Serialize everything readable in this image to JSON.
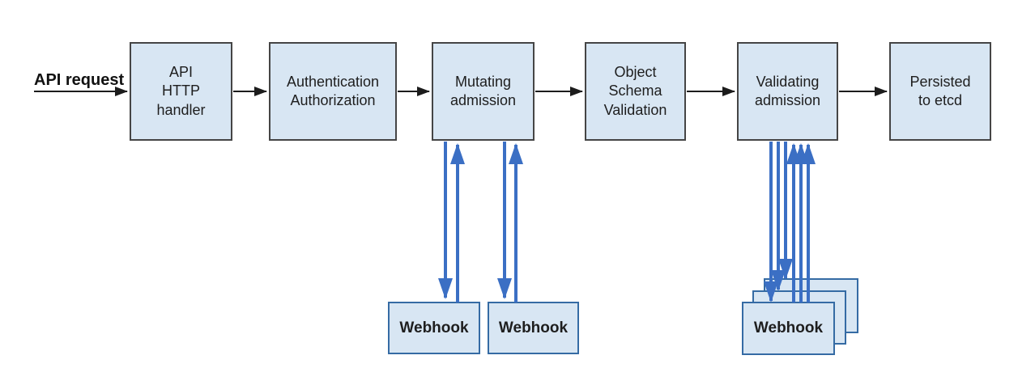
{
  "diagram": {
    "flow_label": "API request",
    "nodes": [
      {
        "id": "api-http-handler",
        "label": "API\nHTTP\nhandler"
      },
      {
        "id": "authentication-authorization",
        "label": "Authentication\nAuthorization"
      },
      {
        "id": "mutating-admission",
        "label": "Mutating\nadmission"
      },
      {
        "id": "object-schema-validation",
        "label": "Object\nSchema\nValidation"
      },
      {
        "id": "validating-admission",
        "label": "Validating\nadmission"
      },
      {
        "id": "persisted-to-etcd",
        "label": "Persisted\nto etcd"
      }
    ],
    "webhooks": {
      "mutating": [
        {
          "label": "Webhook"
        },
        {
          "label": "Webhook"
        }
      ],
      "validating_front": {
        "label": "Webhook"
      }
    },
    "colors": {
      "node_fill": "#d8e6f3",
      "node_border": "#454545",
      "webhook_border": "#356ba4",
      "flow_arrow": "#1c1c1c",
      "webhook_arrow": "#3b6fc4",
      "text": "#1e1e1e",
      "background": "#ffffff"
    }
  }
}
